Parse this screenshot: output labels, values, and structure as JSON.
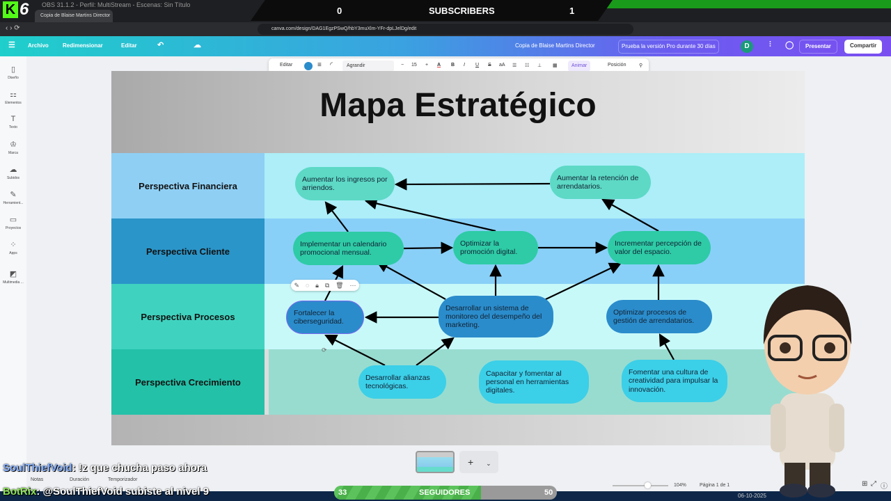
{
  "obs": {
    "title": "OBS 31.1.2 - Perfil: MultiStream - Escenas: Sin Título",
    "level": "6",
    "kick_letter": "K",
    "subs_left": "0",
    "subs_label": "SUBSCRIBERS",
    "subs_right": "1"
  },
  "browser": {
    "tab_title": "Copia de Blaise Martins Director",
    "url": "canva.com/design/DAG1EgzPSwQ/hbY3muXlm-YFr-dpLJelDg/edit"
  },
  "header": {
    "menu": "Archivo",
    "resize": "Redimensionar",
    "edit": "Editar",
    "doc_title": "Copia de Blaise Martins Director",
    "pro": "Prueba la versión Pro durante 30 días",
    "avatar": "D",
    "present": "Presentar",
    "share": "Compartir"
  },
  "sidebar": [
    {
      "icon": "▯",
      "label": "Diseño"
    },
    {
      "icon": "⚏",
      "label": "Elementos"
    },
    {
      "icon": "T",
      "label": "Texto"
    },
    {
      "icon": "♔",
      "label": "Marca"
    },
    {
      "icon": "☁",
      "label": "Subidos"
    },
    {
      "icon": "✎",
      "label": "Herramient..."
    },
    {
      "icon": "▭",
      "label": "Proyectos"
    },
    {
      "icon": "⁘",
      "label": "Apps"
    },
    {
      "icon": "◩",
      "label": "Multimedia ..."
    }
  ],
  "toolbar": {
    "edit": "Editar",
    "font": "Agrandir",
    "size": "15",
    "minus": "−",
    "plus": "+",
    "bold": "B",
    "italic": "I",
    "underline": "U",
    "strike": "S",
    "case": "aA",
    "animate": "Animar",
    "position": "Posición",
    "color": "#2b8ccb"
  },
  "slide": {
    "title": "Mapa Estratégico",
    "perspectives": [
      "Perspectiva Financiera",
      "Perspectiva Cliente",
      "Perspectiva Procesos",
      "Perspectiva Crecimiento"
    ],
    "nodes": [
      "Aumentar los ingresos por arriendos.",
      "Aumentar la retención de arrendatarios.",
      "Implementar un calendario promocional mensual.",
      "Optimizar la promoción digital.",
      "Incrementar percepción de valor del espacio.",
      "Fortalecer la ciberseguridad.",
      "Desarrollar un sistema de monitoreo del desempeño del marketing.",
      "Optimizar procesos de gestión de arrendatarios.",
      "Desarrollar alianzas tecnológicas.",
      "Capacitar y fomentar al personal en herramientas digitales.",
      "Fomentar una cultura de creatividad para impulsar la innovación."
    ]
  },
  "footer": {
    "notes": "Notas",
    "duration": "Duración",
    "timer": "Temporizador",
    "zoom": "104%",
    "page": "Página 1 de 1"
  },
  "chat": [
    {
      "user": "SoulThiefVoid",
      "msg": ": !z que chucha paso ahora"
    },
    {
      "user": "BotRix",
      "msg": ": @SoulThiefVoid subiste al nivel 9"
    }
  ],
  "followers": {
    "current": "33",
    "label": "SEGUIDORES",
    "goal": "50",
    "progress": 0.66
  },
  "taskbar": {
    "date": "06-10-2025"
  }
}
